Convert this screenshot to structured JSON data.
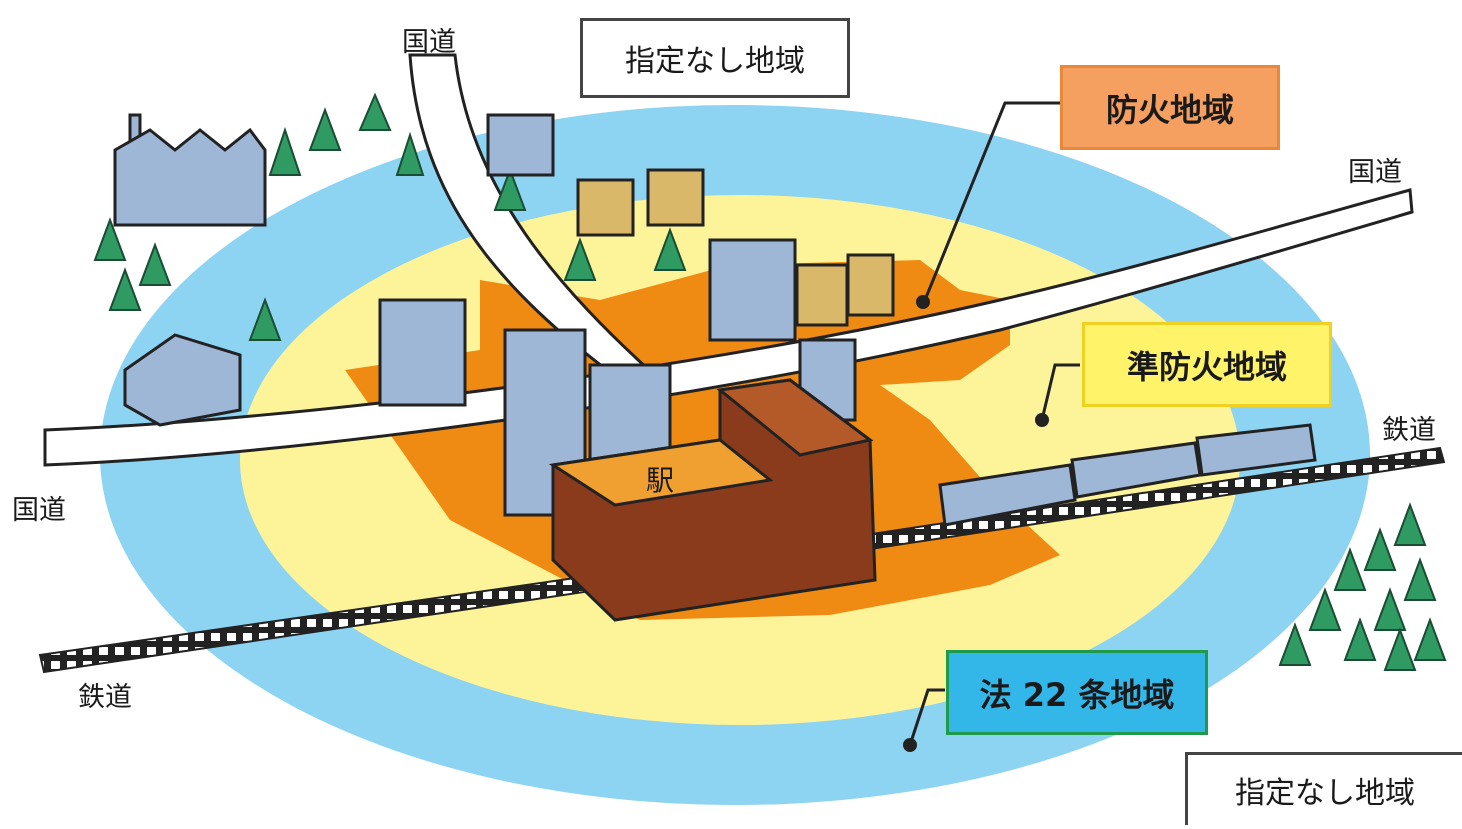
{
  "labels": {
    "no_zone_top": "指定なし地域",
    "fire_zone": "防火地域",
    "semi_fire_zone": "準防火地域",
    "art22_zone": "法 22 条地域",
    "no_zone_bottom": "指定なし地域",
    "station": "駅",
    "road_top": "国道",
    "road_right": "国道",
    "road_left": "国道",
    "rail_right": "鉄道",
    "rail_left": "鉄道"
  },
  "colors": {
    "fire_zone": "#ef8a12",
    "fire_zone_label": "#f5a060",
    "semi_fire_zone": "#fdf49a",
    "semi_fire_label": "#fff36a",
    "art22_zone": "#8dd3f2",
    "art22_label": "#33b6e8",
    "art22_label_border": "#1f9a4a",
    "station": "#8a3b1c",
    "station_roof": "#f0a030"
  }
}
